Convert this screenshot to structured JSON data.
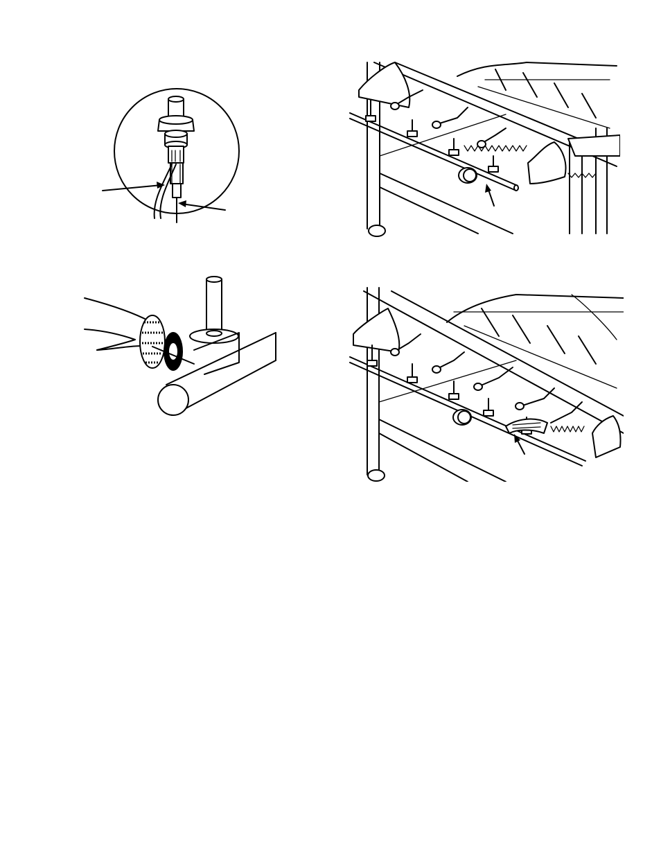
{
  "page": {
    "figures": [
      {
        "id": "igniter-electrode-closeup",
        "callout_arrows": 2
      },
      {
        "id": "burner-rack-view-1",
        "callout_arrows": 1
      },
      {
        "id": "burner-tube-cleaning",
        "callout_arrows": 0
      },
      {
        "id": "burner-rack-view-2",
        "callout_arrows": 1
      }
    ],
    "ink_color": "#000000",
    "paper_color": "#ffffff"
  }
}
